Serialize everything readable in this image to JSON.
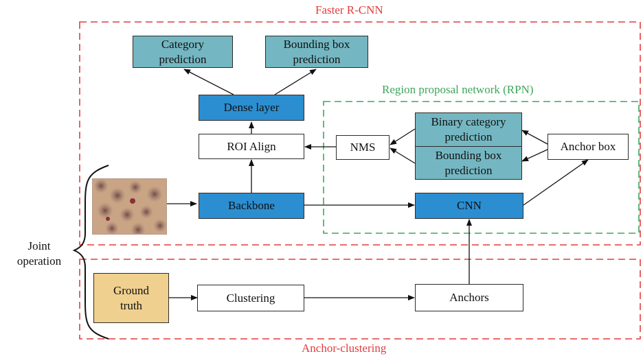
{
  "regions": {
    "faster_rcnn": "Faster R-CNN",
    "rpn": "Region proposal network (RPN)",
    "anchor_clustering": "Anchor-clustering",
    "joint_operation": "Joint\noperation"
  },
  "blocks": {
    "category_prediction": "Category\nprediction",
    "bbox_prediction_top": "Bounding box\nprediction",
    "dense_layer": "Dense layer",
    "roi_align": "ROI Align",
    "nms": "NMS",
    "binary_category_prediction": "Binary category\nprediction",
    "bbox_prediction_rpn": "Bounding box\nprediction",
    "anchor_box": "Anchor box",
    "backbone": "Backbone",
    "cnn": "CNN",
    "ground_truth": "Ground\ntruth",
    "clustering": "Clustering",
    "anchors": "Anchors"
  },
  "colors": {
    "region_red": "#e23c3c",
    "region_green": "#3ea65b",
    "teal_block": "#74b7c2",
    "blue_block": "#2b8ed1",
    "tan_block": "#f0d08f"
  }
}
